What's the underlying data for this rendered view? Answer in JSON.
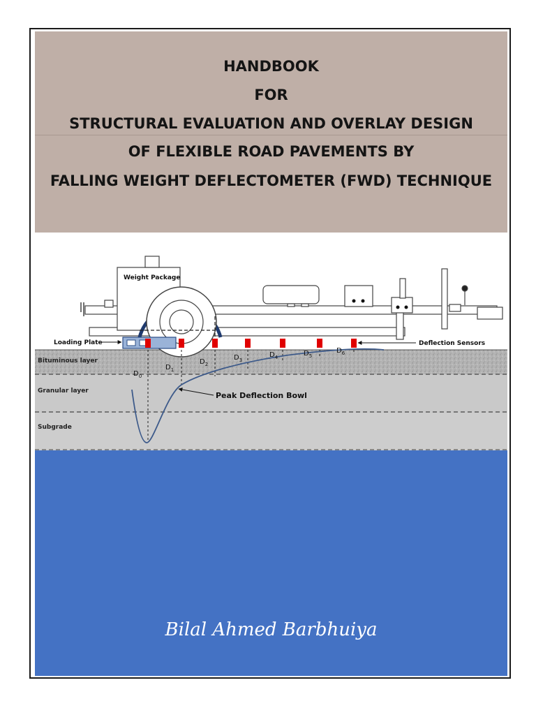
{
  "cover": {
    "title_lines": [
      "HANDBOOK",
      "FOR",
      "STRUCTURAL EVALUATION AND OVERLAY DESIGN",
      "OF FLEXIBLE ROAD PAVEMENTS BY",
      "FALLING WEIGHT DEFLECTOMETER (FWD) TECHNIQUE"
    ],
    "author": "Bilal Ahmed Barbhuiya"
  },
  "diagram": {
    "weight_package": "Weight Package",
    "loading_plate": "Loading Plate",
    "deflection_sensors": "Deflection Sensors",
    "peak_bowl": "Peak Deflection Bowl",
    "layers": [
      "Bituminous layer",
      "Granular layer",
      "Subgrade"
    ],
    "sensors": [
      {
        "base": "D",
        "sub": "0"
      },
      {
        "base": "D",
        "sub": "1"
      },
      {
        "base": "D",
        "sub": "2"
      },
      {
        "base": "D",
        "sub": "3"
      },
      {
        "base": "D",
        "sub": "4"
      },
      {
        "base": "D",
        "sub": "5"
      },
      {
        "base": "D",
        "sub": "6"
      }
    ]
  },
  "colors": {
    "title_panel": "#bfafa7",
    "blue_panel": "#4472c4",
    "sensor_red": "#e00000",
    "bowl_curve": "#3d5a8a"
  }
}
